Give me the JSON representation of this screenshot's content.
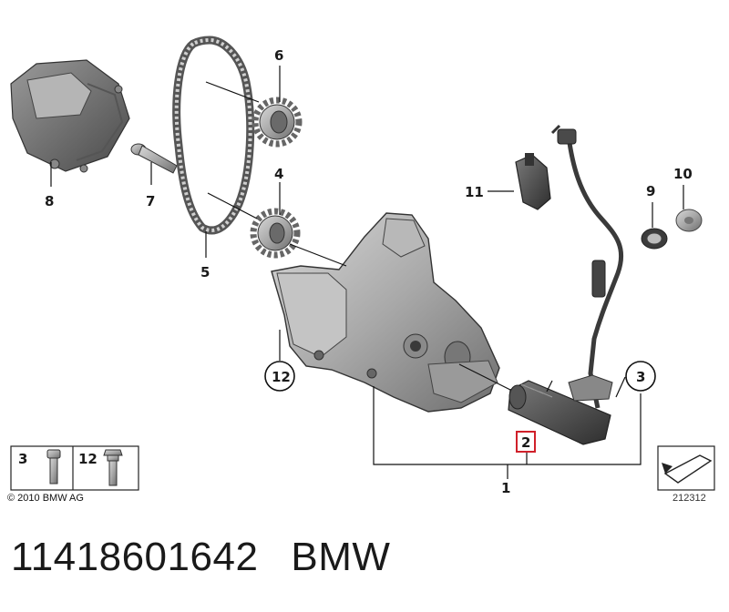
{
  "diagram": {
    "callouts": {
      "p1": "1",
      "p2": "2",
      "p3": "3",
      "p4": "4",
      "p5": "5",
      "p6": "6",
      "p7": "7",
      "p8": "8",
      "p9": "9",
      "p10": "10",
      "p11": "11",
      "p12": "12"
    },
    "legend_box": {
      "item_a": "3",
      "item_b": "12"
    },
    "copyright": "© 2010 BMW AG",
    "diagram_code": "212312",
    "highlight_color": "#d0202a"
  },
  "footer": {
    "part_number": "11418601642",
    "brand": "BMW"
  }
}
